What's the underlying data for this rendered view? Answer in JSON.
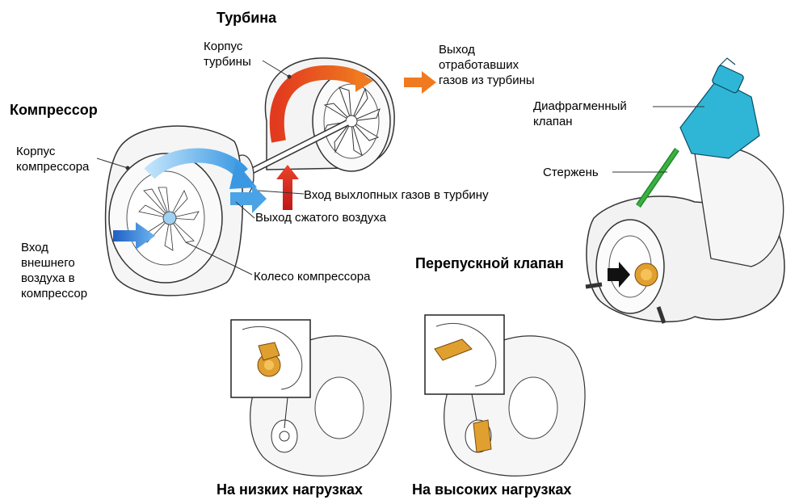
{
  "headings": {
    "turbine": "Турбина",
    "compressor": "Компрессор",
    "bypass_valve": "Перепускной клапан",
    "low_load": "На низких нагрузках",
    "high_load": "На высоких нагрузках"
  },
  "labels": {
    "turbine_housing": [
      "Корпус",
      "турбины"
    ],
    "turbine_exhaust_out": [
      "Выход",
      "отработавших",
      "газов из турбины"
    ],
    "compressor_housing": [
      "Корпус",
      "компрессора"
    ],
    "exhaust_in": "Вход выхлопных газов в турбину",
    "compressed_air_out": "Выход сжатого воздуха",
    "outside_air_in": [
      "Вход",
      "внешнего",
      "воздуха в",
      "компрессор"
    ],
    "compressor_wheel": "Колесо компрессора",
    "diaphragm_valve": [
      "Диафрагменный",
      "клапан"
    ],
    "rod": "Стержень"
  },
  "colors": {
    "hot_flow": "#d42a1a",
    "cold_flow": "#4aa3e6",
    "inlet_arrow": "#2a6fd0",
    "diaphragm": "#2fb6d6",
    "rod": "#3cb043",
    "valve": "#e0a030",
    "line": "#333333"
  }
}
